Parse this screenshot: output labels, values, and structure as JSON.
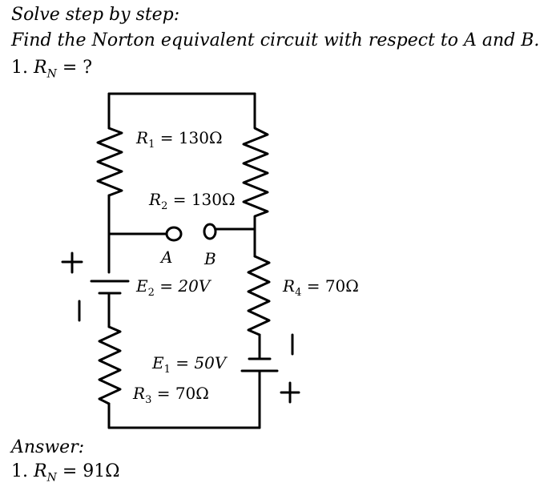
{
  "problem": {
    "instruction": "Solve step by step:",
    "question": "Find the Norton equivalent circuit with respect to A and B.",
    "ask_prefix": "1.",
    "ask_symbol": "R",
    "ask_sub": "N",
    "ask_suffix": " = ?"
  },
  "circuit": {
    "r1": {
      "sym": "R",
      "sub": "1",
      "val": " = 130Ω"
    },
    "r2": {
      "sym": "R",
      "sub": "2",
      "val": " = 130Ω"
    },
    "r3": {
      "sym": "R",
      "sub": "3",
      "val": " = 70Ω"
    },
    "r4": {
      "sym": "R",
      "sub": "4",
      "val": " = 70Ω"
    },
    "e1": {
      "sym": "E",
      "sub": "1",
      "val": " = 50V"
    },
    "e2": {
      "sym": "E",
      "sub": "2",
      "val": " = 20V"
    },
    "terminal_a": "A",
    "terminal_b": "B",
    "plus": "+",
    "minus": "I"
  },
  "answer": {
    "heading": "Answer:",
    "prefix": "1.",
    "symbol": "R",
    "sub": "N",
    "value": " = 91Ω"
  }
}
